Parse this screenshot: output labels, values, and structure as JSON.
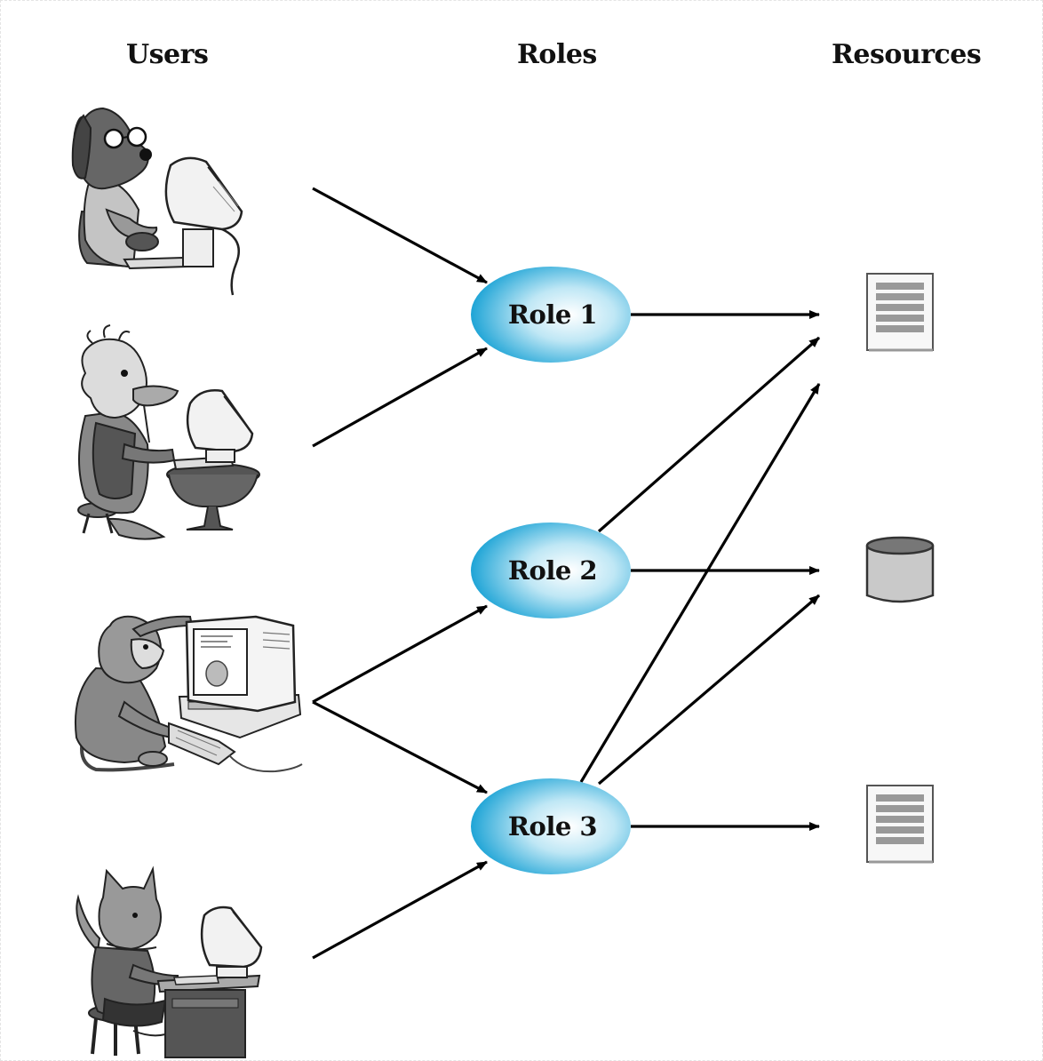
{
  "headers": {
    "users": "Users",
    "roles": "Roles",
    "resources": "Resources"
  },
  "users": [
    {
      "icon": "dog-at-computer-icon"
    },
    {
      "icon": "duck-at-computer-icon"
    },
    {
      "icon": "monkey-at-computer-icon"
    },
    {
      "icon": "cat-at-computer-icon"
    }
  ],
  "roles": [
    {
      "label": "Role 1"
    },
    {
      "label": "Role 2"
    },
    {
      "label": "Role 3"
    }
  ],
  "resources": [
    {
      "icon": "document-icon"
    },
    {
      "icon": "database-icon"
    },
    {
      "icon": "document-icon"
    }
  ],
  "colors": {
    "role_fill_center": "#ffffff",
    "role_fill_edge": "#1ea4d6",
    "arrow": "#000000",
    "cartoon_dark": "#555555",
    "cartoon_mid": "#8a8a8a",
    "cartoon_light": "#c8c8c8"
  }
}
